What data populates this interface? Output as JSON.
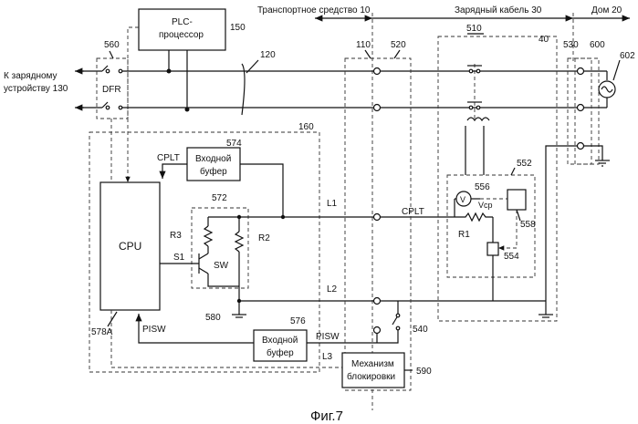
{
  "header": {
    "vehicle": "Транспортное средство 10",
    "cable": "Зарядный кабель 30",
    "house": "Дом 20"
  },
  "left_label": {
    "line1": "К зарядному",
    "line2": "устройству 130"
  },
  "blocks": {
    "plc_line1": "PLC-",
    "plc_line2": "процессор",
    "dfr": "DFR",
    "cpu": "CPU",
    "buf574_line1": "Входной",
    "buf574_line2": "буфер",
    "buf576_line1": "Входной",
    "buf576_line2": "буфер",
    "lock_line1": "Механизм",
    "lock_line2": "блокировки"
  },
  "refs": {
    "r150": "150",
    "r560": "560",
    "r120": "120",
    "r160": "160",
    "r110": "110",
    "r520": "520",
    "r510": "510",
    "r40": "40",
    "r530": "530",
    "r600": "600",
    "r602": "602",
    "r574": "574",
    "r572": "572",
    "r552": "552",
    "r556": "556",
    "r558": "558",
    "r554": "554",
    "r576": "576",
    "r540": "540",
    "r580": "580",
    "r578a": "578A",
    "r590": "590"
  },
  "signals": {
    "cplt_in": "CPLT",
    "cplt_line": "CPLT",
    "pisw_cpu": "PISW",
    "pisw_line": "PISW",
    "l1": "L1",
    "l2": "L2",
    "l3": "L3",
    "s1": "S1",
    "sw": "SW",
    "r1": "R1",
    "r2": "R2",
    "r3": "R3",
    "v": "V",
    "vcp": "Vcp"
  },
  "caption": "Фиг.7"
}
